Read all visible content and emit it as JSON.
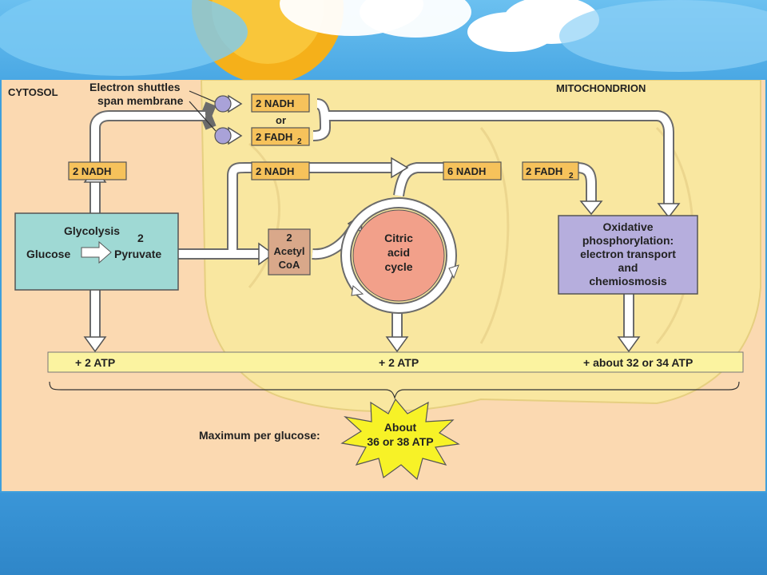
{
  "regions": {
    "cytosol": "CYTOSOL",
    "mitochondrion": "MITOCHONDRION"
  },
  "shuttle": {
    "line1": "Electron shuttles",
    "line2": "span membrane"
  },
  "carriers": {
    "top_nadh": "2 NADH",
    "or": "or",
    "top_fadh2": "2 FADH",
    "left_nadh": "2 NADH",
    "mid_nadh": "2 NADH",
    "six_nadh": "6 NADH",
    "right_fadh2": "2 FADH",
    "subscript": "2"
  },
  "glycolysis": {
    "title": "Glycolysis",
    "glucose": "Glucose",
    "two": "2",
    "pyruvate": "Pyruvate"
  },
  "acetyl_coa": {
    "line1": "2",
    "line2": "Acetyl",
    "line3": "CoA"
  },
  "citric": {
    "line1": "Citric",
    "line2": "acid",
    "line3": "cycle"
  },
  "oxphos": {
    "line1": "Oxidative",
    "line2": "phosphorylation:",
    "line3": "electron transport",
    "line4": "and",
    "line5": "chemiosmosis"
  },
  "atp": {
    "glycolysis": "+ 2 ATP",
    "citric": "+ 2 ATP",
    "oxphos": "+ about 32 or 34 ATP"
  },
  "summary": {
    "label": "Maximum per glucose:",
    "line1": "About",
    "line2": "36 or 38 ATP"
  },
  "colors": {
    "cytosol": "#fbd9b1",
    "mitochondrion": "#f9e7a0",
    "carrier_box": "#f6c25b",
    "glycolysis_box": "#9fd9d4",
    "acetyl_box": "#d9a88a",
    "citric_circle": "#f2a08a",
    "oxphos_box": "#b6aedd",
    "atp_bar": "#fbf3a0",
    "starburst": "#f7f227"
  }
}
